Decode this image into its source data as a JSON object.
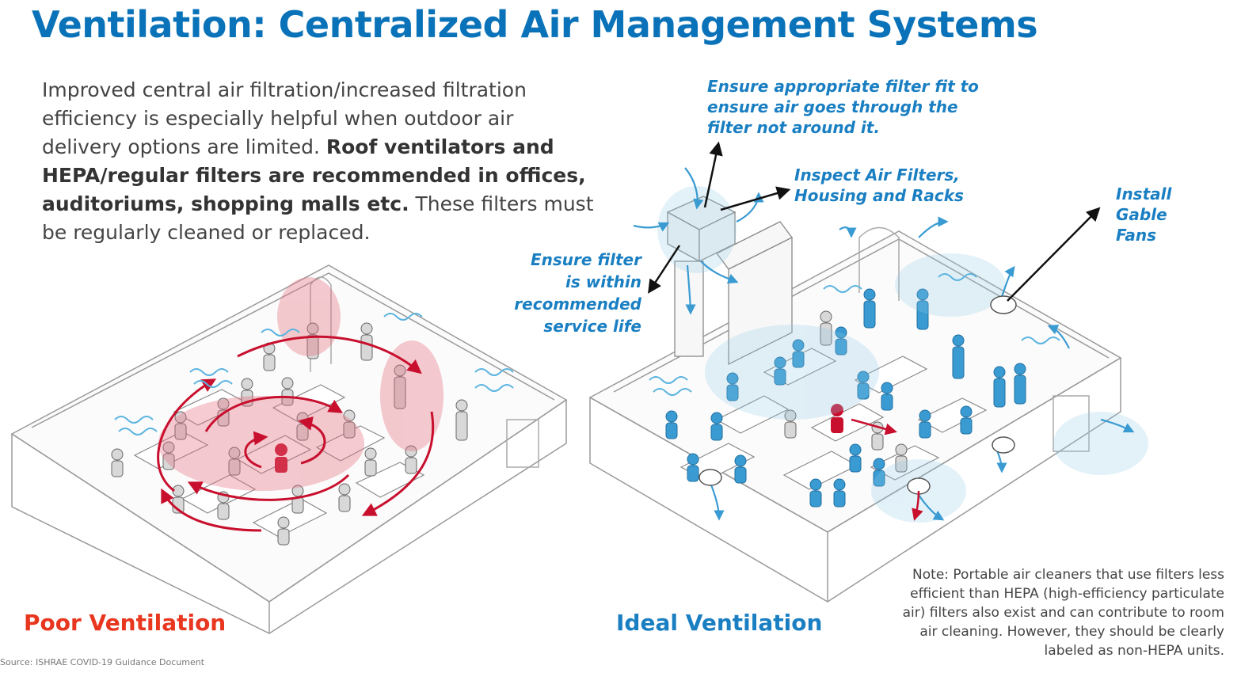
{
  "title": "Ventilation: Centralized Air Management Systems",
  "intro": {
    "part1": "Improved central air filtration/increased filtration efficiency is especially helpful when outdoor air delivery options are limited. ",
    "bold": "Roof ventilators and HEPA/regular filters are recommended in offices, auditoriums, shopping malls etc.",
    "part2": " These filters must be regularly cleaned or replaced."
  },
  "callouts": {
    "filter_fit": "Ensure appropriate filter fit to\nensure air goes through the\nfilter not around it.",
    "inspect": "Inspect Air Filters,\nHousing and Racks",
    "gable": "Install\nGable\nFans",
    "service_life": "Ensure filter\nis within\nrecommended\nservice life"
  },
  "labels": {
    "poor": "Poor Ventilation",
    "ideal": "Ideal Ventilation"
  },
  "note": "Note: Portable air cleaners that use filters less efficient than HEPA (high-efficiency particulate air) filters also exist and can contribute to room air cleaning. However, they should be clearly labeled as non-HEPA units.",
  "source": "Source: ISHRAE COVID-19 Guidance Document",
  "colors": {
    "title_blue": "#0a72b8",
    "callout_blue": "#1a7fc2",
    "poor_red": "#e8361f",
    "aerosol_red": "#c8102e",
    "clean_air_blue": "#5bb4e0",
    "room_outline": "#999999"
  }
}
